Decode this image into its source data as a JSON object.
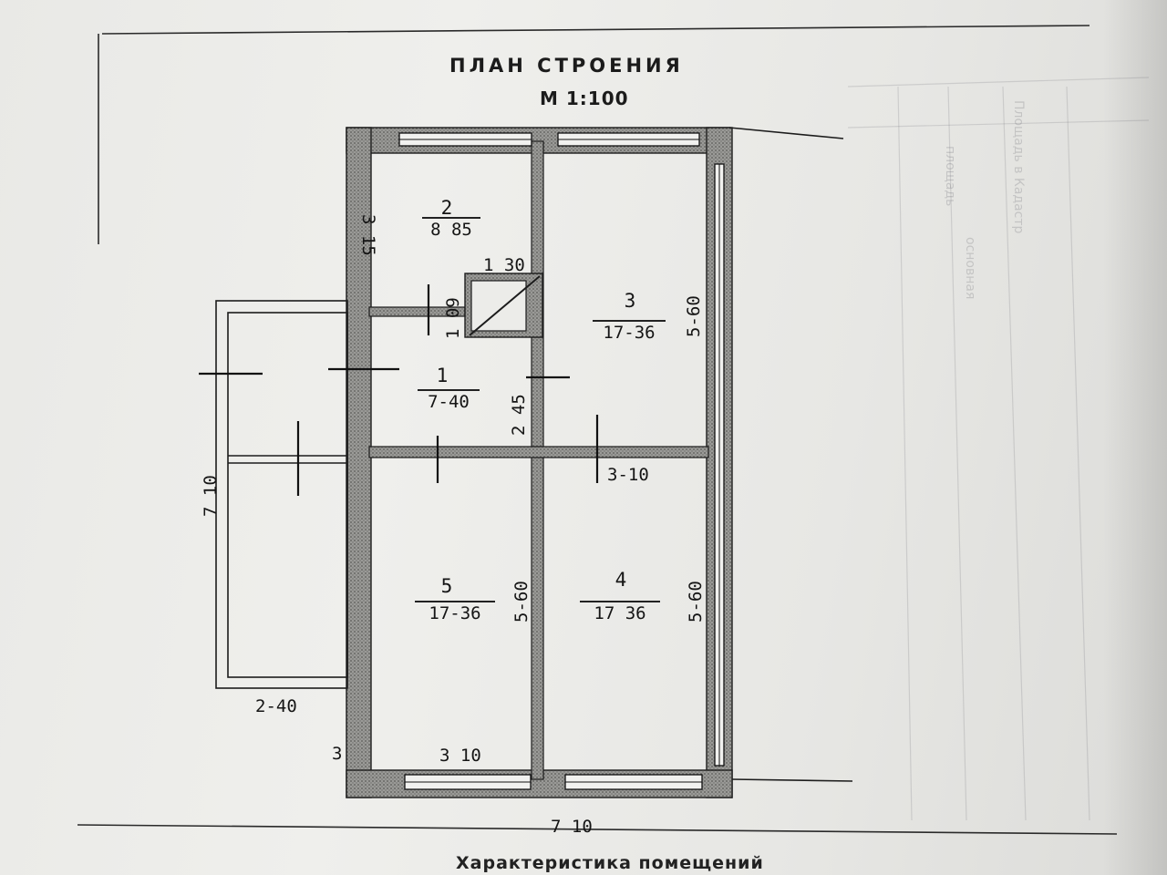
{
  "document": {
    "title": "ПЛАН СТРОЕНИЯ",
    "scale": "М 1:100",
    "bottom_text": "Характеристика помещений"
  },
  "rooms": [
    {
      "number": "1",
      "area": "7-40"
    },
    {
      "number": "2",
      "area": "8 85"
    },
    {
      "number": "3",
      "area": "17-36"
    },
    {
      "number": "4",
      "area": "17 36"
    },
    {
      "number": "5",
      "area": "17-36"
    }
  ],
  "dimensions": {
    "top_left_height": "3 15",
    "stair_width": "1 30",
    "stair_height": "1 09",
    "room3_height": "5-60",
    "room1_width": "2 45",
    "mid_width": "3-10",
    "left_total": "7 10",
    "annex_width": "2-40",
    "room5_height": "5-60",
    "room4_height": "5-60",
    "bottom_room_width": "3 10",
    "corner_mark": "3",
    "bottom_total": "7 10"
  },
  "ghost_text": {
    "column_1": "площадь",
    "column_2": "основная",
    "column_3": "Площадь в Кадастр"
  },
  "colors": {
    "wall_fill": "#8f8f8c",
    "ink": "#151515",
    "paper": "#ececea"
  }
}
